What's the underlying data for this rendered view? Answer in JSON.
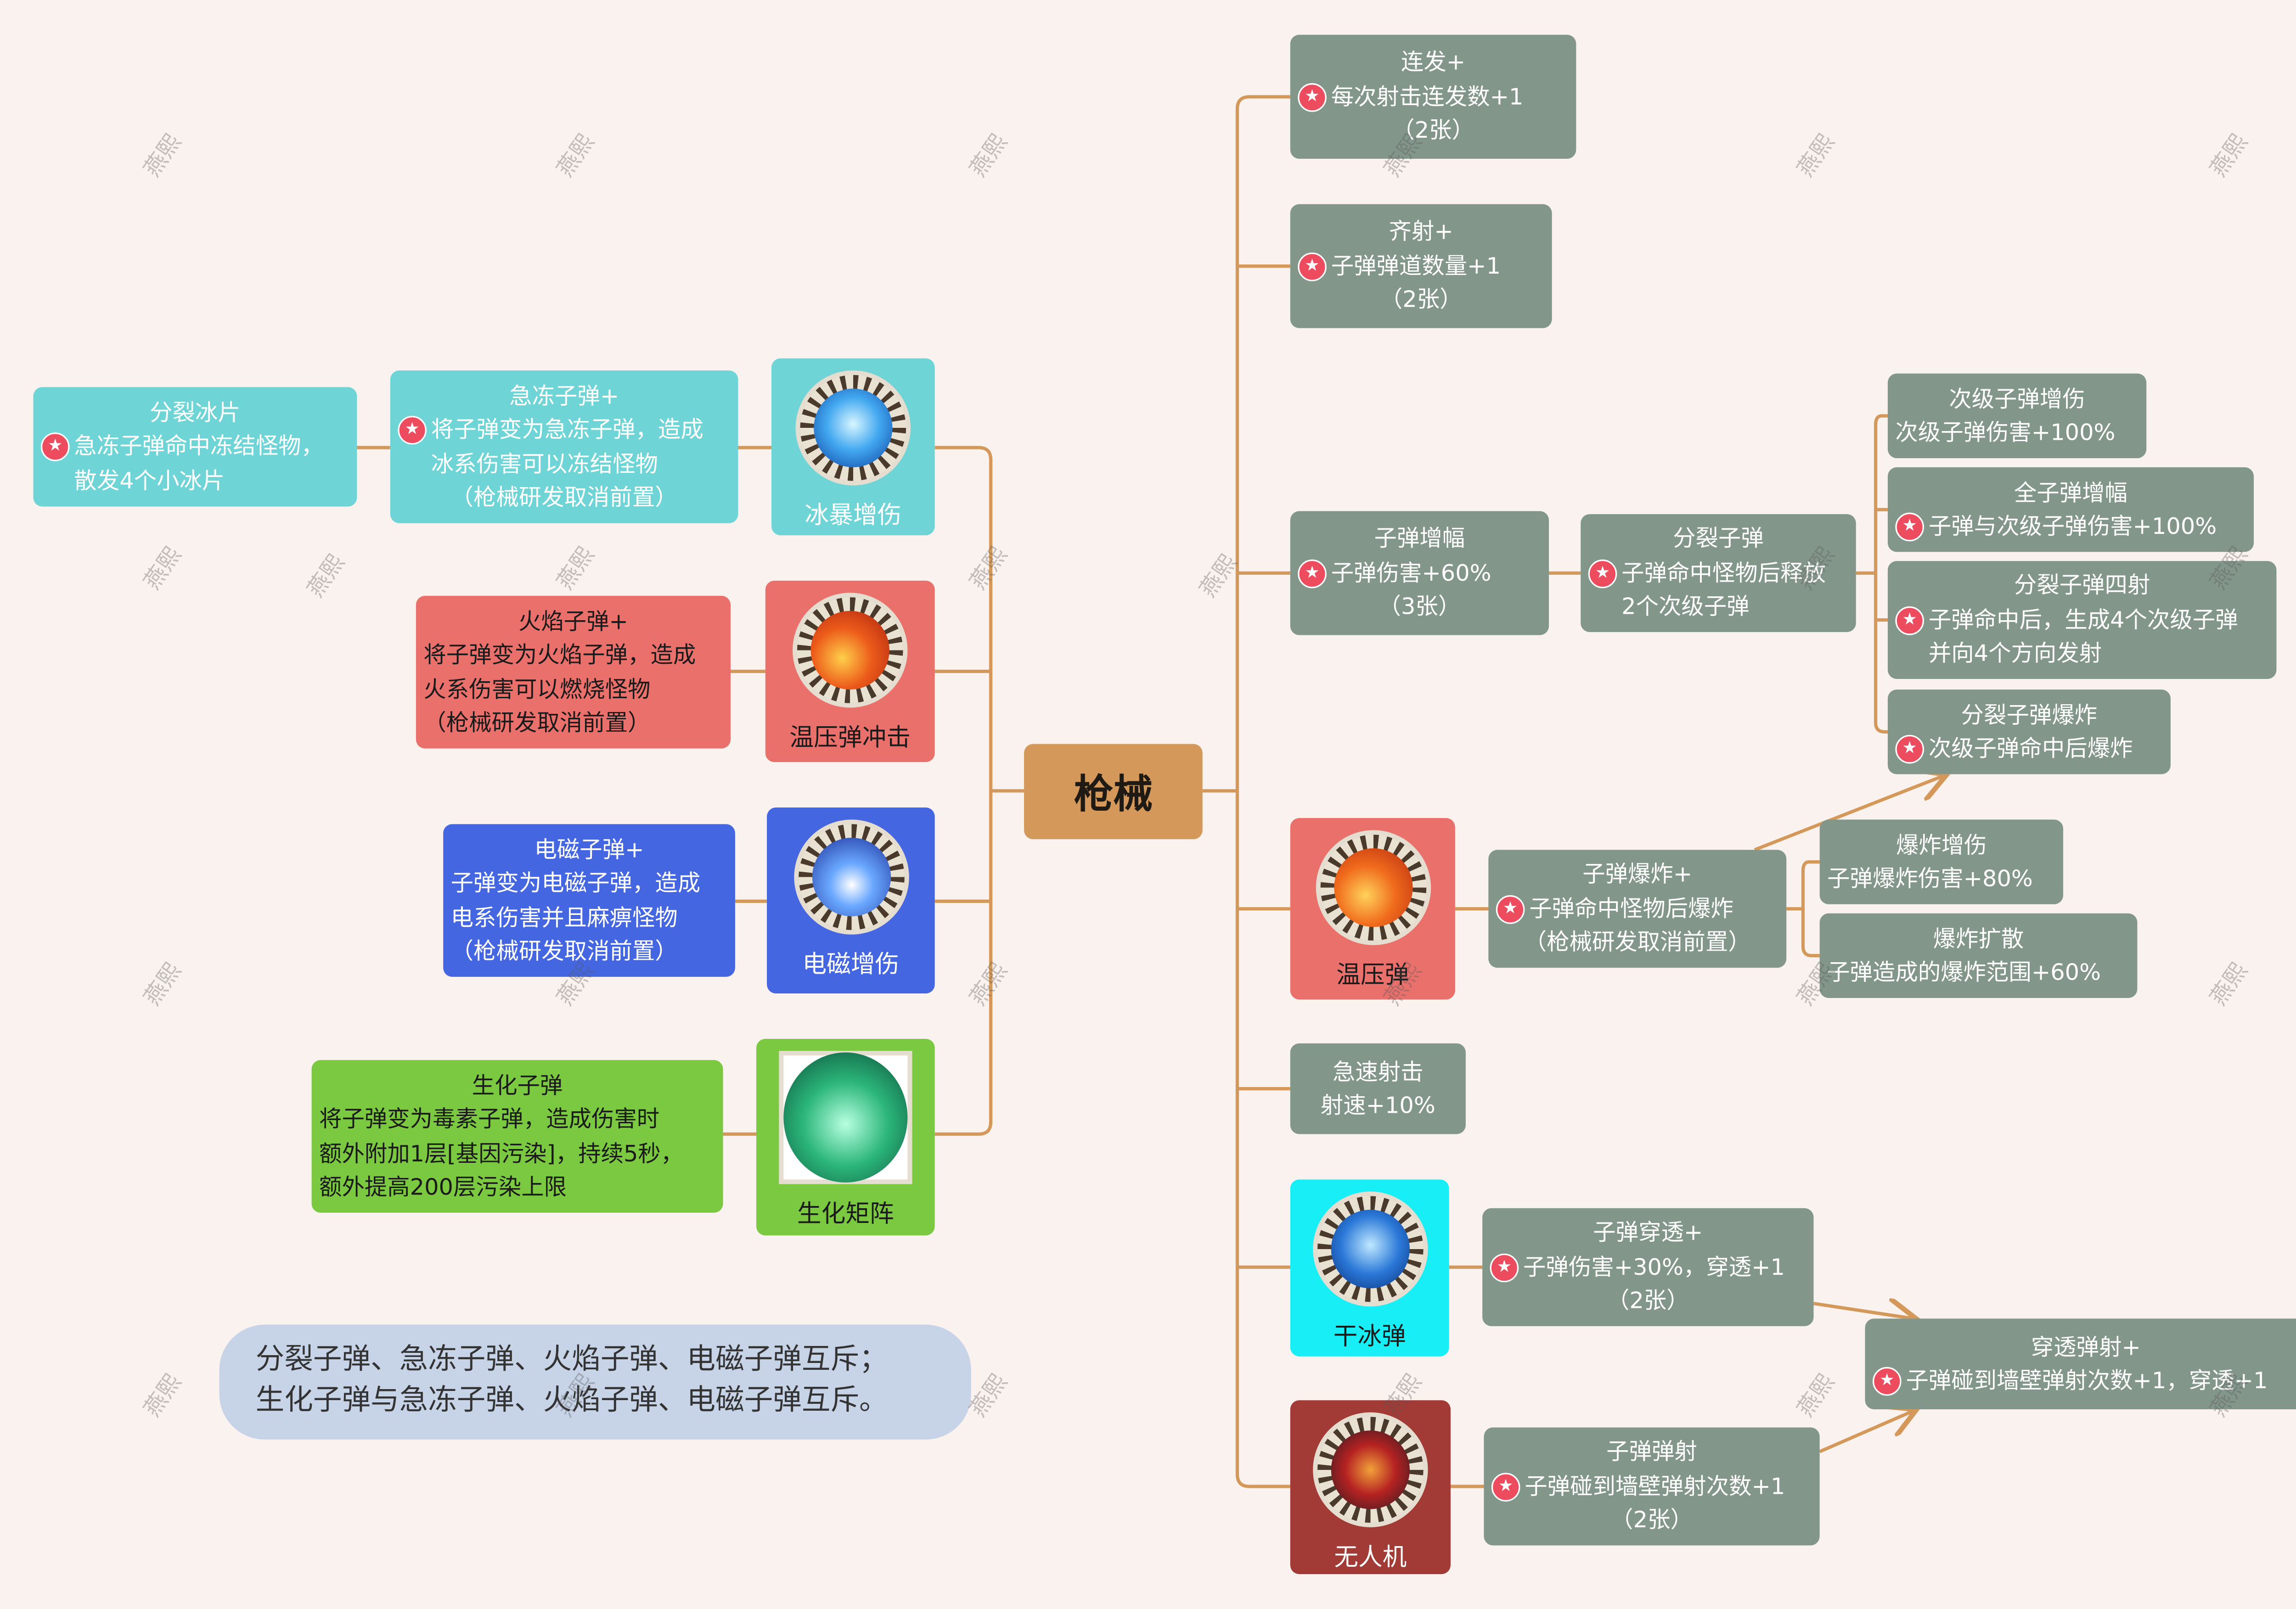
{
  "center": {
    "label": "枪械"
  },
  "watermark": "燕熙",
  "colors": {
    "gray": "#83968a",
    "cyan": "#6fd4d6",
    "red": "#ea706c",
    "blue": "#4466e0",
    "green": "#7bc940",
    "darkred": "#a23a35",
    "ice": "#17eef5",
    "line": "#d4995a"
  },
  "nodes": {
    "lianfa": {
      "lines": [
        {
          "text": "连发+"
        },
        {
          "text": "每次射击连发数+1",
          "star": true
        },
        {
          "text": "（2张）"
        }
      ]
    },
    "qishe": {
      "lines": [
        {
          "text": "齐射+"
        },
        {
          "text": "子弹弹道数量+1",
          "star": true
        },
        {
          "text": "（2张）"
        }
      ]
    },
    "zidanzengfu": {
      "lines": [
        {
          "text": "子弹增幅"
        },
        {
          "text": "子弹伤害+60%",
          "star": true
        },
        {
          "text": "（3张）"
        }
      ]
    },
    "fenliezidan": {
      "lines": [
        {
          "text": "分裂子弹"
        },
        {
          "text": "子弹命中怪物后释放",
          "star": true
        },
        {
          "text": "2个次级子弹",
          "indent": true
        }
      ]
    },
    "cijizengshang": {
      "lines": [
        {
          "text": "次级子弹增伤"
        },
        {
          "text": "次级子弹伤害+100%",
          "left": true
        }
      ]
    },
    "quanzidan": {
      "lines": [
        {
          "text": "全子弹增幅"
        },
        {
          "text": "子弹与次级子弹伤害+100%",
          "star": true
        }
      ]
    },
    "sishe": {
      "lines": [
        {
          "text": "分裂子弹四射"
        },
        {
          "text": "子弹命中后，生成4个次级子弹",
          "star": true
        },
        {
          "text": "并向4个方向发射",
          "indent": true
        }
      ]
    },
    "fenliebaozha": {
      "lines": [
        {
          "text": "分裂子弹爆炸"
        },
        {
          "text": "次级子弹命中后爆炸",
          "star": true
        }
      ]
    },
    "baozhaplus": {
      "lines": [
        {
          "text": "子弹爆炸+"
        },
        {
          "text": "子弹命中怪物后爆炸",
          "star": true
        },
        {
          "text": "（枪械研发取消前置）"
        }
      ]
    },
    "baozhazengshang": {
      "lines": [
        {
          "text": "爆炸增伤"
        },
        {
          "text": "子弹爆炸伤害+80%",
          "left": true
        }
      ]
    },
    "baozhakuosan": {
      "lines": [
        {
          "text": "爆炸扩散"
        },
        {
          "text": "子弹造成的爆炸范围+60%",
          "left": true
        }
      ]
    },
    "jisu": {
      "lines": [
        {
          "text": "急速射击"
        },
        {
          "text": "射速+10%"
        }
      ]
    },
    "chuantou": {
      "lines": [
        {
          "text": "子弹穿透+"
        },
        {
          "text": "子弹伤害+30%，穿透+1",
          "star": true
        },
        {
          "text": "（2张）"
        }
      ]
    },
    "chuantoutanshe": {
      "lines": [
        {
          "text": "穿透弹射+"
        },
        {
          "text": "子弹碰到墙壁弹射次数+1，穿透+1",
          "star": true
        }
      ]
    },
    "tanshe": {
      "lines": [
        {
          "text": "子弹弹射"
        },
        {
          "text": "子弹碰到墙壁弹射次数+1",
          "star": true
        },
        {
          "text": "（2张）"
        }
      ]
    },
    "jidong": {
      "lines": [
        {
          "text": "急冻子弹+"
        },
        {
          "text": "将子弹变为急冻子弹，造成",
          "star": true
        },
        {
          "text": "冰系伤害可以冻结怪物",
          "indent": true
        },
        {
          "text": "（枪械研发取消前置）"
        }
      ]
    },
    "fenliebingpian": {
      "lines": [
        {
          "text": "分裂冰片"
        },
        {
          "text": "急冻子弹命中冻结怪物，",
          "star": true
        },
        {
          "text": "散发4个小冰片",
          "indent": true
        }
      ]
    },
    "huoyan": {
      "lines": [
        {
          "text": "火焰子弹+"
        },
        {
          "text": "将子弹变为火焰子弹，造成",
          "left": true
        },
        {
          "text": "火系伤害可以燃烧怪物",
          "left": true
        },
        {
          "text": "（枪械研发取消前置）",
          "left": true
        }
      ]
    },
    "dianci": {
      "lines": [
        {
          "text": "电磁子弹+"
        },
        {
          "text": "子弹变为电磁子弹，造成",
          "left": true
        },
        {
          "text": "电系伤害并且麻痹怪物",
          "left": true
        },
        {
          "text": "（枪械研发取消前置）",
          "left": true
        }
      ]
    },
    "shenghua": {
      "lines": [
        {
          "text": "生化子弹"
        },
        {
          "text": "将子弹变为毒素子弹，造成伤害时",
          "left": true
        },
        {
          "text": "额外附加1层[基因污染]，持续5秒，",
          "left": true
        },
        {
          "text": "额外提高200层污染上限",
          "left": true
        }
      ]
    }
  },
  "icon_nodes": {
    "wenyadan": {
      "label": "温压弹",
      "icon": "thermobaric-bullet-icon"
    },
    "ganbingdan": {
      "label": "干冰弹",
      "icon": "dry-ice-bullet-icon"
    },
    "wurenji": {
      "label": "无人机",
      "icon": "drone-icon"
    },
    "bingbao": {
      "label": "冰暴增伤",
      "icon": "ice-storm-icon"
    },
    "wenyachongji": {
      "label": "温压弹冲击",
      "icon": "thermobaric-impact-icon"
    },
    "dianci_icon": {
      "label": "电磁增伤",
      "icon": "electromagnetic-icon"
    },
    "shenghuajuzhen": {
      "label": "生化矩阵",
      "icon": "biochemical-matrix-icon"
    }
  },
  "note": {
    "lines": [
      "分裂子弹、急冻子弹、火焰子弹、电磁子弹互斥；",
      "生化子弹与急冻子弹、火焰子弹、电磁子弹互斥。"
    ]
  }
}
